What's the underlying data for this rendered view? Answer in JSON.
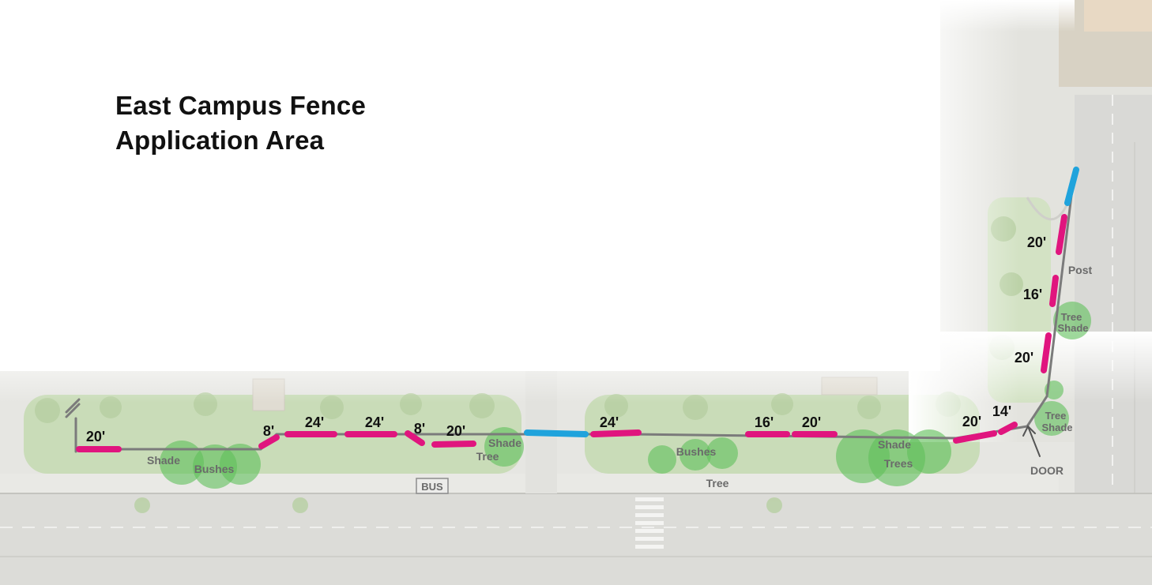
{
  "title": {
    "line1": "East Campus Fence",
    "line2": "Application Area"
  },
  "colors": {
    "proposed_fence": "#e0157e",
    "gate_segment": "#1fa3dc",
    "fence_line": "#7b7b7b",
    "vegetation": "#5fbf5a",
    "grass": "#c9dcb8"
  },
  "fence_labels": {
    "s01": "20'",
    "s02": "8'",
    "s03": "24'",
    "s04": "24'",
    "s05": "8'",
    "s06": "20'",
    "s07": "24'",
    "s08": "16'",
    "s09": "20'",
    "s10": "20'",
    "s11": "14'",
    "s12": "20'",
    "s13": "16'",
    "s14": "20'"
  },
  "map_labels": {
    "shade_1": "Shade",
    "bushes_1": "Bushes",
    "bus": "BUS",
    "shade_tree_shade": "Shade",
    "shade_tree_tree": "Tree",
    "bushes_2": "Bushes",
    "tree_1": "Tree",
    "shade_trees_shade": "Shade",
    "shade_trees_trees": "Trees",
    "door": "DOOR",
    "tree_shade_1_tree": "Tree",
    "tree_shade_1_shade": "Shade",
    "tree_shade_2_tree": "Tree",
    "tree_shade_2_shade": "Shade",
    "post": "Post"
  }
}
